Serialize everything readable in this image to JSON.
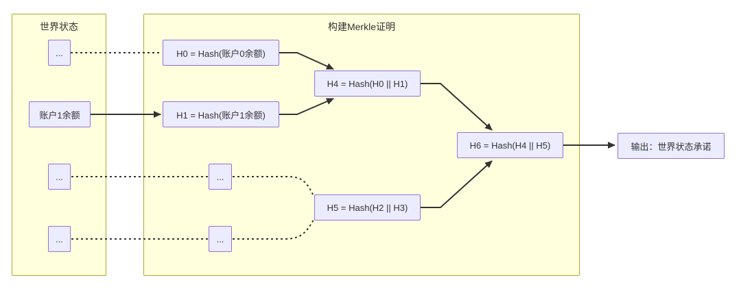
{
  "clusters": {
    "world_state": {
      "title": "世界状态"
    },
    "merkle_proof": {
      "title": "构建Merkle证明"
    }
  },
  "nodes": {
    "ws_top_dots": {
      "label": "..."
    },
    "account1": {
      "label": "账户1余额"
    },
    "ws_mid_dots": {
      "label": "..."
    },
    "ws_bottom_dots": {
      "label": "..."
    },
    "h0": {
      "label": "H0 = Hash(账户0余额)"
    },
    "h1": {
      "label": "H1 = Hash(账户1余额)"
    },
    "h4": {
      "label": "H4 = Hash(H0 || H1)"
    },
    "proof_mid_dots": {
      "label": "..."
    },
    "proof_bottom_dots": {
      "label": "..."
    },
    "h5": {
      "label": "H5 = Hash(H2 || H3)"
    },
    "h6": {
      "label": "H6 = Hash(H4 || H5)"
    },
    "output": {
      "label": "输出：世界状态承诺"
    }
  },
  "colors": {
    "cluster_fill": "#ffffde",
    "cluster_border": "#aaaa33",
    "node_fill": "#ECECFF",
    "node_border": "#9370DB",
    "edge": "#333333",
    "text": "#333333"
  }
}
